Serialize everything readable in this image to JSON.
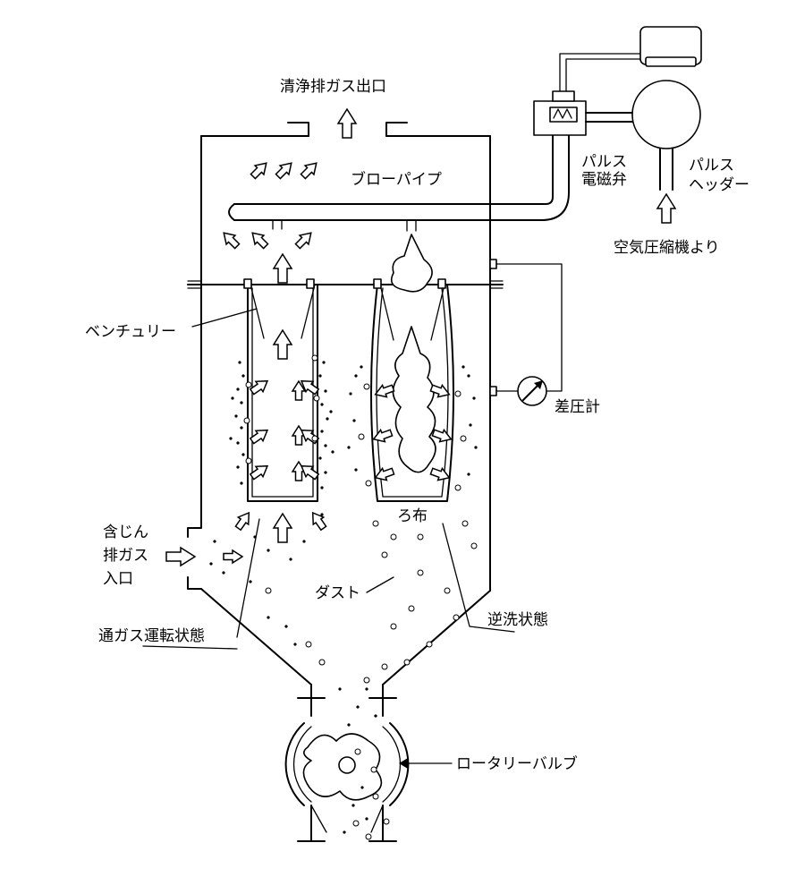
{
  "labels": {
    "clean_gas_outlet": "清浄排ガス出口",
    "blow_pipe": "ブローパイプ",
    "pulse_valve_line1": "パルス",
    "pulse_valve_line2": "電磁弁",
    "pulse_header_line1": "パルス",
    "pulse_header_line2": "ヘッダー",
    "from_compressor": "空気圧縮機より",
    "venturi": "ベンチュリー",
    "diff_pressure_gauge": "差圧計",
    "filter_cloth": "ろ布",
    "dusty_gas_line1": "含じん",
    "dusty_gas_line2": "排ガス",
    "dusty_gas_line3": "入口",
    "dust": "ダスト",
    "backwash_state": "逆洗状態",
    "filtering_state": "通ガス運転状態",
    "rotary_valve": "ロータリーバルブ"
  }
}
